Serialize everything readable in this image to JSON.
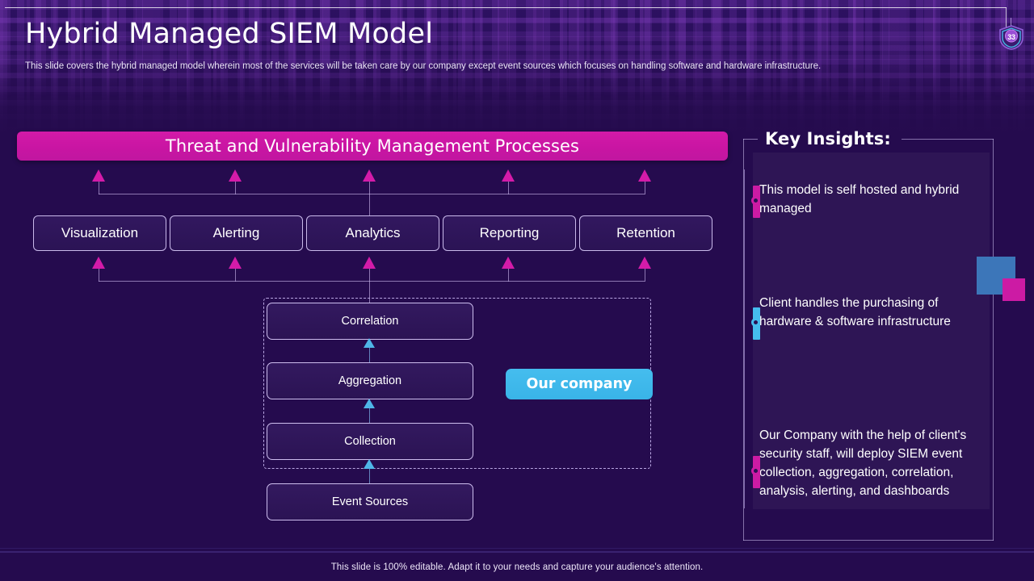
{
  "slide": {
    "title": "Hybrid Managed SIEM Model",
    "subtitle": "This slide covers the hybrid managed model wherein most of the services will be taken care by our company except event sources which focuses on handling software and hardware infrastructure.",
    "badge_number": "33",
    "footer": "This slide is 100% editable. Adapt it to your needs and capture your audience's attention."
  },
  "banner": {
    "label": "Threat and Vulnerability Management Processes"
  },
  "process_row": [
    {
      "label": "Visualization"
    },
    {
      "label": "Alerting"
    },
    {
      "label": "Analytics"
    },
    {
      "label": "Reporting"
    },
    {
      "label": "Retention"
    }
  ],
  "pipeline": {
    "stages": [
      {
        "label": "Correlation"
      },
      {
        "label": "Aggregation"
      },
      {
        "label": "Collection"
      }
    ],
    "event_sources": {
      "label": "Event Sources"
    },
    "owner_badge": {
      "label": "Our company"
    }
  },
  "key_insights": {
    "title": "Key Insights:",
    "items": [
      {
        "text": "This model is self hosted and hybrid managed",
        "marker_color": "#cc1ba4"
      },
      {
        "text": "Client handles the purchasing of hardware & software infrastructure",
        "marker_color": "#45bdee"
      },
      {
        "text": "Our Company with the help of client's security staff, will deploy SIEM event collection, aggregation, correlation, analysis, alerting, and dashboards",
        "marker_color": "#cc1ba4"
      }
    ]
  },
  "colors": {
    "background": "#250b4e",
    "accent_magenta": "#cc1ba4",
    "accent_cyan": "#45bdee",
    "box_fill": "#2e1559",
    "box_border": "#cdbdee",
    "decor_blue": "#3c76b9"
  }
}
